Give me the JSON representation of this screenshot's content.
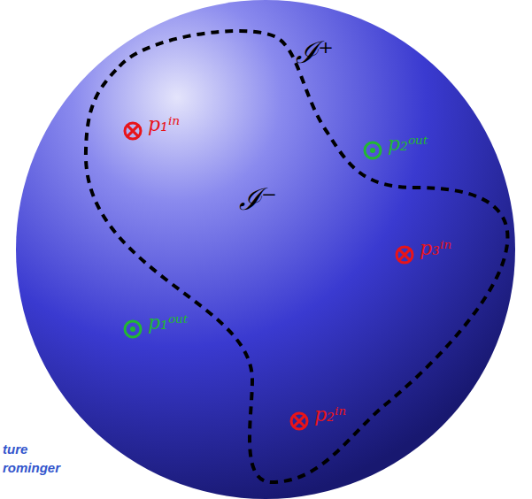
{
  "diagram": {
    "labels": [
      "ℐ⁺",
      "p₁ⁱⁿ",
      "p₂ᵒᵘᵗ",
      "ℐ⁻",
      "p₃ⁱⁿ",
      "p₁ᵒᵘᵗ",
      "p₂ⁱⁿ",
      "ture",
      "rominger"
    ]
  }
}
